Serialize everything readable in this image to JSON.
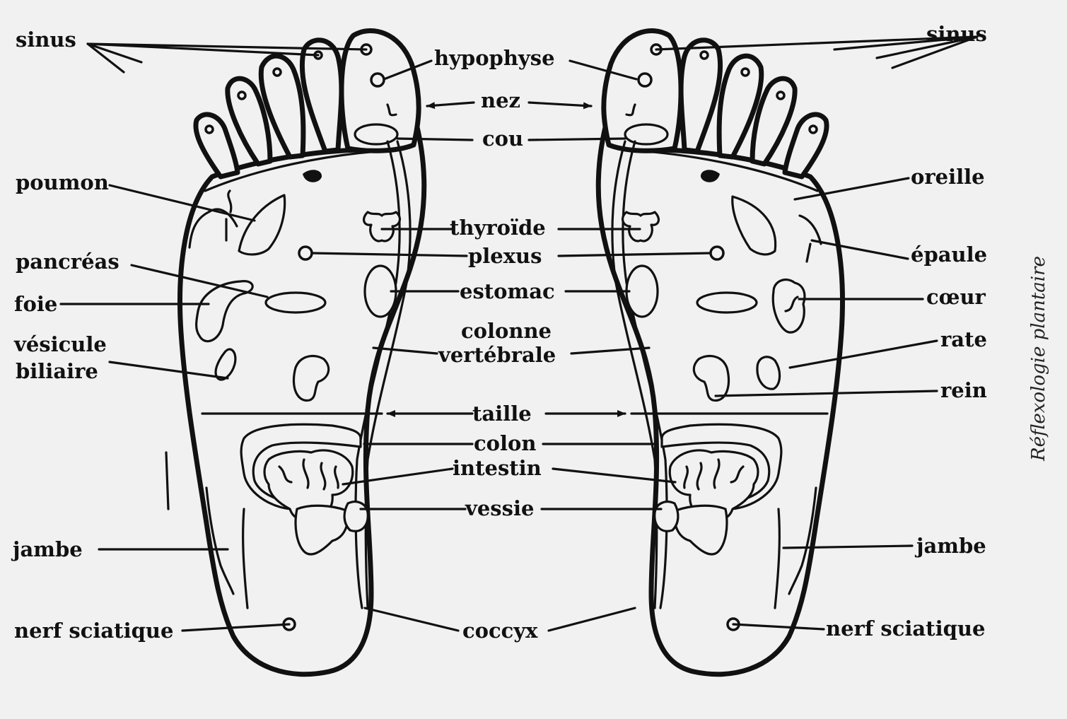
{
  "caption": "Réflexologie plantaire",
  "labels": {
    "sinus": "sinus",
    "hypophyse": "hypophyse",
    "nez": "nez",
    "cou": "cou",
    "poumon": "poumon",
    "oreille": "oreille",
    "thyroide": "thyroïde",
    "plexus": "plexus",
    "epaule": "épaule",
    "pancreas": "pancréas",
    "estomac": "estomac",
    "foie": "foie",
    "coeur": "cœur",
    "colonne": "colonne",
    "vertebrale": "vertébrale",
    "rate": "rate",
    "vesicule": "vésicule",
    "biliaire": "biliaire",
    "rein": "rein",
    "taille": "taille",
    "colon": "colon",
    "intestin": "intestin",
    "vessie": "vessie",
    "jambe": "jambe",
    "nerf_sciatique": "nerf sciatique",
    "coccyx": "coccyx"
  }
}
